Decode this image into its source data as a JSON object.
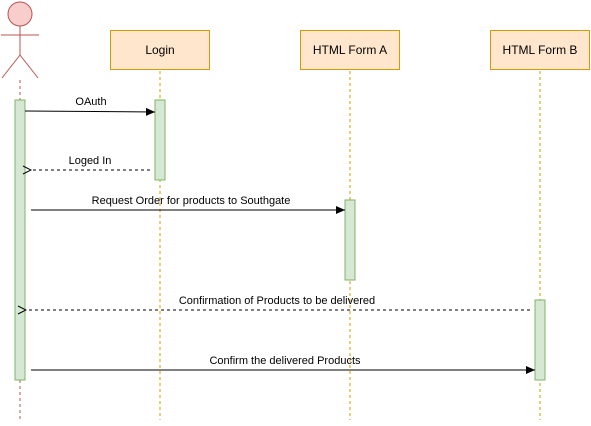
{
  "participants": [
    {
      "id": "actor",
      "label": ""
    },
    {
      "id": "login",
      "label": "Login"
    },
    {
      "id": "form_a",
      "label": "HTML Form A"
    },
    {
      "id": "form_b",
      "label": "HTML Form B"
    }
  ],
  "messages": [
    {
      "from": "actor",
      "to": "login",
      "label": "OAuth",
      "style": "solid"
    },
    {
      "from": "login",
      "to": "actor",
      "label": "Loged In",
      "style": "dashed"
    },
    {
      "from": "actor",
      "to": "form_a",
      "label": "Request Order for products to Southgate",
      "style": "solid"
    },
    {
      "from": "form_b",
      "to": "actor",
      "label": "Confirmation of Products to be delivered",
      "style": "dashed"
    },
    {
      "from": "actor",
      "to": "form_b",
      "label": "Confirm the delivered Products",
      "style": "solid"
    }
  ],
  "colors": {
    "actor_fill": "#f8cecc",
    "actor_stroke": "#b85450",
    "box_fill": "#ffe6cc",
    "box_stroke": "#d79b00",
    "activation_fill": "#d5e8d4",
    "activation_stroke": "#82b366",
    "line": "#000000"
  }
}
